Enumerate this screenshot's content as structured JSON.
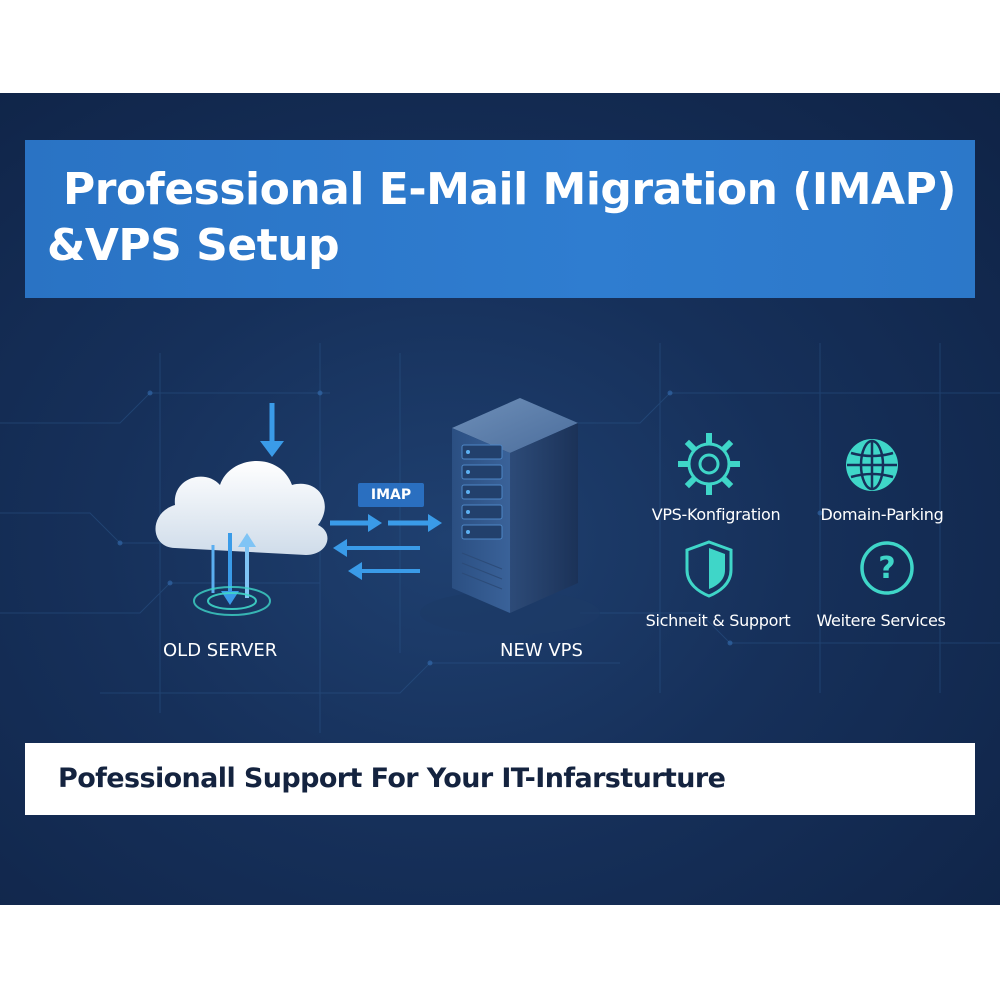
{
  "title": {
    "line1": "Professional E-Mail Migration (IMAP)",
    "line2": "&VPS Setup"
  },
  "diagram": {
    "old_server_label": "OLD SERVER",
    "new_server_label": "NEW VPS",
    "protocol_label": "IMAP"
  },
  "services": [
    {
      "label": "VPS-Konfigration",
      "icon": "gear-icon"
    },
    {
      "label": "Domain-Parking",
      "icon": "globe-icon"
    },
    {
      "label": "Sichneit & Support",
      "icon": "shield-icon"
    },
    {
      "label": "Weitere Services",
      "icon": "question-icon"
    }
  ],
  "footer": {
    "tagline": "Pofessionall Support For Your IT-Infarsturture"
  },
  "colors": {
    "background": "#16305a",
    "title_bar": "#2f7dd0",
    "accent_teal": "#3fd6c8",
    "arrow_blue": "#3a9be8"
  }
}
